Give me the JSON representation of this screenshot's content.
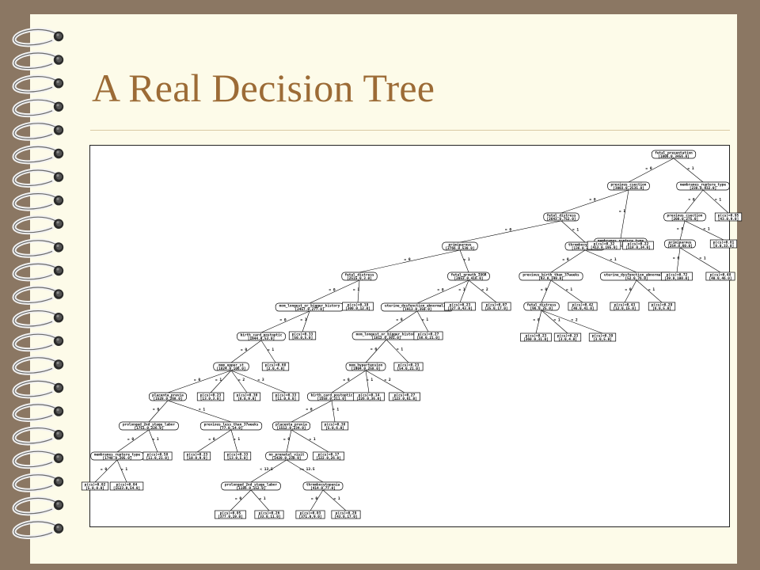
{
  "slide": {
    "title": "A Real Decision Tree",
    "colors": {
      "background": "#8b7763",
      "paper": "#fdfbe9",
      "title": "#9c6b36"
    },
    "binding_icon": "spiral-ring-icon",
    "ring_count": 22
  },
  "tree": {
    "nodes": [
      {
        "id": "n0",
        "kind": "split",
        "label": "fetal_presentation",
        "stats": "[1806.0,3456.0]"
      },
      {
        "id": "n1",
        "kind": "split",
        "label": "previous_csection",
        "stats": "[3003.0,2535.0]"
      },
      {
        "id": "n2",
        "kind": "split",
        "label": "membranes_rupture_type",
        "stats": "[238.0,932.0]"
      },
      {
        "id": "n3",
        "kind": "split",
        "label": "fetal_distress",
        "stats": "[2643.0,752.0]"
      },
      {
        "id": "n4",
        "kind": "split",
        "label": "membranes_rupture_type",
        "stats": "[535.0,483.0]"
      },
      {
        "id": "n5",
        "kind": "split",
        "label": "previous_csection",
        "stats": "[208.0,275.0]"
      },
      {
        "id": "n6",
        "kind": "leaf",
        "label": "p(cs)=0.95",
        "stats": "[43.0,9.0]"
      },
      {
        "id": "n7",
        "kind": "split",
        "label": "primiparous",
        "stats": "[2766.0,530.0]"
      },
      {
        "id": "n8",
        "kind": "split",
        "label": "thrombocytopenia",
        "stats": "[136.0,220.0]"
      },
      {
        "id": "n9",
        "kind": "leaf",
        "label": "p(cs)=0.32",
        "stats": "[413.0,195.0]"
      },
      {
        "id": "n10",
        "kind": "leaf",
        "label": "p(cs)=0.22",
        "stats": "[118.0,34.0]"
      },
      {
        "id": "n11",
        "kind": "split",
        "label": "primiparous",
        "stats": "[254.0,60.0]"
      },
      {
        "id": "n12",
        "kind": "leaf",
        "label": "p(cs)=0.81",
        "stats": "[8.0,33.0]"
      },
      {
        "id": "n13",
        "kind": "split",
        "label": "fetal_distress",
        "stats": "[2515.0,3.0]"
      },
      {
        "id": "n14",
        "kind": "split",
        "label": "fetal_growth_IUGR",
        "stats": "[2053.0,416.0]"
      },
      {
        "id": "n15",
        "kind": "split",
        "label": "previous_birth_than_37weeks",
        "stats": "[93.0,149.0]"
      },
      {
        "id": "n16",
        "kind": "split",
        "label": "uterine_dysfunction_abnormality",
        "stats": "[52.0,76.0]"
      },
      {
        "id": "n17",
        "kind": "leaf",
        "label": "p(cs)=0.72",
        "stats": "[39.0,100.0]"
      },
      {
        "id": "n18",
        "kind": "leaf",
        "label": "p(cs)=0.48",
        "stats": "[40.0,46.0]"
      },
      {
        "id": "n19",
        "kind": "split",
        "label": "mom_longest_or_bigger_history",
        "stats": "[2457.0,277.0]"
      },
      {
        "id": "n20",
        "kind": "leaf",
        "label": "p(cs)=0.19",
        "stats": "[300.0,12.0]"
      },
      {
        "id": "n21",
        "kind": "split",
        "label": "uterine_dysfunction_abnormality",
        "stats": "[1913.0,350.0]"
      },
      {
        "id": "n22",
        "kind": "leaf",
        "label": "p(cs)=0.23",
        "stats": "[127.0,43.0]"
      },
      {
        "id": "n23",
        "kind": "leaf",
        "label": "p(cs)=0.07",
        "stats": "[25.0,17.0]"
      },
      {
        "id": "n24",
        "kind": "split",
        "label": "fetal_distress",
        "stats": "[96.0,25.0]"
      },
      {
        "id": "n25",
        "kind": "leaf",
        "label": "p(cs)=0.42",
        "stats": "[46.0,41.0]"
      },
      {
        "id": "n26",
        "kind": "leaf",
        "label": "p(cs)=0.43",
        "stats": "[12.0,15.0]"
      },
      {
        "id": "n27",
        "kind": "leaf",
        "label": "p(cs)=0.29",
        "stats": "[6.0,5.0]"
      },
      {
        "id": "n28",
        "kind": "split",
        "label": "birth_card_postoptic",
        "stats": "[1944.0,53.0]"
      },
      {
        "id": "n29",
        "kind": "leaf",
        "label": "p(cs)=0.33",
        "stats": "[50.0,5.0]"
      },
      {
        "id": "n30",
        "kind": "split",
        "label": "mom_longest_or_bigger_history",
        "stats": "[1812.0,301.0]"
      },
      {
        "id": "n31",
        "kind": "leaf",
        "label": "p(cs)=0.27",
        "stats": "[56.0,21.0]"
      },
      {
        "id": "n32",
        "kind": "leaf",
        "label": "p(cs)=0.23",
        "stats": "[360.0,31.0]"
      },
      {
        "id": "n33",
        "kind": "leaf",
        "label": "p(cs)=0.23",
        "stats": "[3.0,4.0]"
      },
      {
        "id": "n34",
        "kind": "leaf",
        "label": "p(cs)=0.39",
        "stats": "[3.0,5.0]"
      },
      {
        "id": "n35",
        "kind": "split",
        "label": "mom_upper_st",
        "stats": "[1824.0,106.0]"
      },
      {
        "id": "n36",
        "kind": "leaf",
        "label": "p(cs)=0.68",
        "stats": "[2.0,4.0]"
      },
      {
        "id": "n37",
        "kind": "split",
        "label": "mom_hypertension",
        "stats": "[1904.0,258.0]"
      },
      {
        "id": "n38",
        "kind": "leaf",
        "label": "p(cs)=0.23",
        "stats": "[54.0,21.0]"
      },
      {
        "id": "n39",
        "kind": "split",
        "label": "placenta_previa",
        "stats": "[1528.0,268.0]"
      },
      {
        "id": "n40",
        "kind": "leaf",
        "label": "p(cs)=0.23",
        "stats": "[13.0,3.0]"
      },
      {
        "id": "n41",
        "kind": "leaf",
        "label": "p(cs)=0.30",
        "stats": "[6.0,9.0]"
      },
      {
        "id": "n42",
        "kind": "leaf",
        "label": "p(cs)=0.33",
        "stats": "[11.0,6.0]"
      },
      {
        "id": "n43",
        "kind": "split",
        "label": "birth_card_postoptic",
        "stats": "[1558.0,211.0]"
      },
      {
        "id": "n44",
        "kind": "leaf",
        "label": "p(cs)=0.14",
        "stats": "[226.0,36.0]"
      },
      {
        "id": "n45",
        "kind": "leaf",
        "label": "p(cs)=0.27",
        "stats": "[123.0,61.0]"
      },
      {
        "id": "n46",
        "kind": "split",
        "label": "prolonged_2nd_stage_labor",
        "stats": "[1751.0,226.0]"
      },
      {
        "id": "n47",
        "kind": "split",
        "label": "previous_less_than_37weeks",
        "stats": "[77.0,14.0]"
      },
      {
        "id": "n48",
        "kind": "split",
        "label": "placenta_previa",
        "stats": "[1512.0,234.0]"
      },
      {
        "id": "n49",
        "kind": "leaf",
        "label": "p(cs)=0.38",
        "stats": "[5.0,6.0]"
      },
      {
        "id": "n50",
        "kind": "split",
        "label": "membranes_rupture_type",
        "stats": "[1740.0,205.0]"
      },
      {
        "id": "n51",
        "kind": "leaf",
        "label": "p(cs)=0.58",
        "stats": "[11.0,21.0]"
      },
      {
        "id": "n52",
        "kind": "leaf",
        "label": "p(cs)=0.23",
        "stats": "[10.0,9.0]"
      },
      {
        "id": "n53",
        "kind": "leaf",
        "label": "p(cs)=0.33",
        "stats": "[13.0,5.0]"
      },
      {
        "id": "n54",
        "kind": "split",
        "label": "no_prenatal_visit",
        "stats": "[1420.0,230.0]"
      },
      {
        "id": "n55",
        "kind": "leaf",
        "label": "p(cs)=0.17",
        "stats": "[122.0,26.0]"
      },
      {
        "id": "n56",
        "kind": "leaf",
        "label": "p(cs)=0.02",
        "stats": "[5.0,0.0]"
      },
      {
        "id": "n57",
        "kind": "leaf",
        "label": "p(cs)=0.04",
        "stats": "[1523.0,54.0]"
      },
      {
        "id": "n58",
        "kind": "split",
        "label": "prolonged_2nd_stage_labor",
        "stats": "[1186.0,152.0]"
      },
      {
        "id": "n59",
        "kind": "split",
        "label": "thrombocytopenia",
        "stats": "[414.0,77.0]"
      },
      {
        "id": "n60",
        "kind": "leaf",
        "label": "p(cs)=0.05",
        "stats": "[377.0,19.0]"
      },
      {
        "id": "n61",
        "kind": "leaf",
        "label": "p(cs)=0.26",
        "stats": "[33.0,11.0]"
      },
      {
        "id": "n62",
        "kind": "leaf",
        "label": "p(cs)=0.03",
        "stats": "[371.0,9.0]"
      },
      {
        "id": "n63",
        "kind": "leaf",
        "label": "p(cs)=0.29",
        "stats": "[43.0,17.0]"
      }
    ],
    "edges": [
      {
        "from": "n0",
        "to": "n1",
        "label": "= 0"
      },
      {
        "from": "n0",
        "to": "n2",
        "label": "= 1"
      },
      {
        "from": "n1",
        "to": "n3",
        "label": "= 0"
      },
      {
        "from": "n1",
        "to": "n4",
        "label": "= 1"
      },
      {
        "from": "n2",
        "to": "n5",
        "label": "= 0"
      },
      {
        "from": "n2",
        "to": "n6",
        "label": "= 1"
      },
      {
        "from": "n3",
        "to": "n7",
        "label": "= 0"
      },
      {
        "from": "n3",
        "to": "n8",
        "label": "= 1"
      },
      {
        "from": "n4",
        "to": "n9",
        "label": "= 0"
      },
      {
        "from": "n4",
        "to": "n10",
        "label": "= 1"
      },
      {
        "from": "n5",
        "to": "n11",
        "label": "= 0"
      },
      {
        "from": "n5",
        "to": "n12",
        "label": "= 1"
      },
      {
        "from": "n7",
        "to": "n13",
        "label": "= 0"
      },
      {
        "from": "n7",
        "to": "n14",
        "label": "= 1"
      },
      {
        "from": "n8",
        "to": "n15",
        "label": "= 0"
      },
      {
        "from": "n8",
        "to": "n16",
        "label": "= 1"
      },
      {
        "from": "n11",
        "to": "n17",
        "label": "= 0"
      },
      {
        "from": "n11",
        "to": "n18",
        "label": "= 1"
      },
      {
        "from": "n13",
        "to": "n19",
        "label": "= 0"
      },
      {
        "from": "n13",
        "to": "n20",
        "label": "= 1"
      },
      {
        "from": "n14",
        "to": "n21",
        "label": "= 0"
      },
      {
        "from": "n14",
        "to": "n22",
        "label": "= 1"
      },
      {
        "from": "n14",
        "to": "n23",
        "label": "= 2"
      },
      {
        "from": "n15",
        "to": "n24",
        "label": "= 0"
      },
      {
        "from": "n15",
        "to": "n25",
        "label": "= 1"
      },
      {
        "from": "n16",
        "to": "n26",
        "label": "= 0"
      },
      {
        "from": "n16",
        "to": "n27",
        "label": "= 1"
      },
      {
        "from": "n19",
        "to": "n28",
        "label": "= 0"
      },
      {
        "from": "n19",
        "to": "n29",
        "label": "= 1"
      },
      {
        "from": "n21",
        "to": "n30",
        "label": "= 0"
      },
      {
        "from": "n21",
        "to": "n31",
        "label": "= 1"
      },
      {
        "from": "n24",
        "to": "n32",
        "label": "= 0"
      },
      {
        "from": "n24",
        "to": "n33",
        "label": "= 1"
      },
      {
        "from": "n24",
        "to": "n34",
        "label": "= 2"
      },
      {
        "from": "n28",
        "to": "n35",
        "label": "= 0"
      },
      {
        "from": "n28",
        "to": "n36",
        "label": "= 1"
      },
      {
        "from": "n30",
        "to": "n37",
        "label": "= 0"
      },
      {
        "from": "n30",
        "to": "n38",
        "label": "= 1"
      },
      {
        "from": "n35",
        "to": "n39",
        "label": "= 0"
      },
      {
        "from": "n35",
        "to": "n40",
        "label": "= 1"
      },
      {
        "from": "n35",
        "to": "n41",
        "label": "= 2"
      },
      {
        "from": "n35",
        "to": "n42",
        "label": "= 3"
      },
      {
        "from": "n37",
        "to": "n43",
        "label": "= 0"
      },
      {
        "from": "n37",
        "to": "n44",
        "label": "= 1"
      },
      {
        "from": "n37",
        "to": "n45",
        "label": "= 2"
      },
      {
        "from": "n39",
        "to": "n46",
        "label": "= 0"
      },
      {
        "from": "n39",
        "to": "n47",
        "label": "= 1"
      },
      {
        "from": "n43",
        "to": "n48",
        "label": "= 0"
      },
      {
        "from": "n43",
        "to": "n49",
        "label": "= 1"
      },
      {
        "from": "n46",
        "to": "n50",
        "label": "= 0"
      },
      {
        "from": "n46",
        "to": "n51",
        "label": "= 1"
      },
      {
        "from": "n47",
        "to": "n52",
        "label": "= 0"
      },
      {
        "from": "n47",
        "to": "n53",
        "label": "= 1"
      },
      {
        "from": "n48",
        "to": "n54",
        "label": "= 0"
      },
      {
        "from": "n48",
        "to": "n55",
        "label": "= 1"
      },
      {
        "from": "n50",
        "to": "n56",
        "label": "= 0"
      },
      {
        "from": "n50",
        "to": "n57",
        "label": "= 1"
      },
      {
        "from": "n54",
        "to": "n58",
        "label": "< 13.5"
      },
      {
        "from": "n54",
        "to": "n59",
        "label": ">= 13.5"
      },
      {
        "from": "n58",
        "to": "n60",
        "label": "= 0"
      },
      {
        "from": "n58",
        "to": "n61",
        "label": "= 1"
      },
      {
        "from": "n59",
        "to": "n62",
        "label": "= 0"
      },
      {
        "from": "n59",
        "to": "n63",
        "label": "= 1"
      }
    ]
  }
}
